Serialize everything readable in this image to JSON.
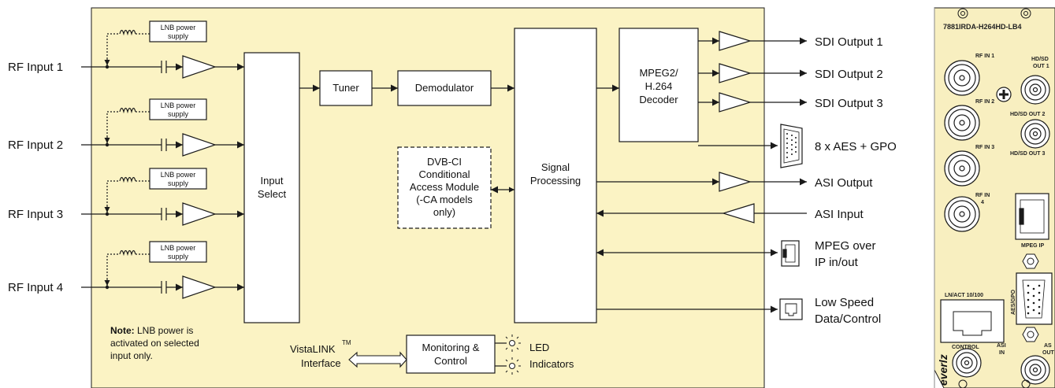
{
  "inputs": [
    "RF Input 1",
    "RF Input 2",
    "RF Input 3",
    "RF Input 4"
  ],
  "lnb_supply": [
    "LNB power",
    "supply"
  ],
  "blocks": {
    "input_select": [
      "Input",
      "Select"
    ],
    "tuner": "Tuner",
    "demodulator": "Demodulator",
    "decoder": [
      "MPEG2/",
      "H.264",
      "Decoder"
    ],
    "signal_processing": [
      "Signal",
      "Processing"
    ],
    "dvb_ci": [
      "DVB-CI",
      "Conditional",
      "Access Module",
      "(-CA models",
      "only)"
    ],
    "monitoring": [
      "Monitoring &",
      "Control"
    ]
  },
  "outputs": {
    "sdi1": "SDI Output 1",
    "sdi2": "SDI Output 2",
    "sdi3": "SDI Output 3",
    "aes": "8 x AES + GPO",
    "asi_out": "ASI Output",
    "asi_in": "ASI Input",
    "mpeg_ip": [
      "MPEG over",
      "IP in/out"
    ],
    "low_speed": [
      "Low Speed",
      "Data/Control"
    ]
  },
  "note": {
    "bold": "Note:",
    "line1": " LNB power is",
    "line2": "activated on selected",
    "line3": "input only."
  },
  "vistalink": [
    "VistaLINK",
    "TM",
    "Interface"
  ],
  "led": [
    "LED",
    "Indicators"
  ],
  "panel": {
    "model": "7881IRDA-H264HD-LB4",
    "rf_in_1": "RF IN 1",
    "rf_in_2": "RF IN 2",
    "rf_in_3": "RF IN 3",
    "rf_in_4_a": "RF IN",
    "rf_in_4_b": "4",
    "hd_sd_out_1_a": "HD/SD",
    "hd_sd_out_1_b": "OUT 1",
    "hd_sd_out_2": "HD/SD OUT 2",
    "hd_sd_out_3": "HD/SD OUT 3",
    "mpeg_ip": "MPEG IP",
    "ln_act": "LN/ACT 10/100",
    "aes_gpo": "AES/GPO",
    "control": "CONTROL",
    "asi_in_a": "ASI",
    "asi_in_b": "IN",
    "asi_out_a": "AS",
    "asi_out_b": "OUT",
    "brand": "everlz"
  },
  "colors": {
    "background_panel": "#FBF3C4",
    "rear_panel": "#F8EFC0",
    "line": "#1a1a1a"
  }
}
